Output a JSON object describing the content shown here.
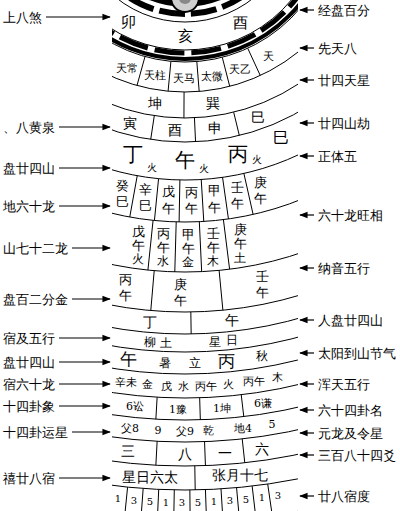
{
  "diagram": {
    "labels": [
      "上八煞",
      "、八黄泉",
      "盘廿四山",
      "地六十龙",
      "山七十二龙",
      "盘百二分金",
      "宿及五行",
      "盘廿四山",
      "宿六十龙",
      "十四卦象",
      "十四卦运星",
      "禧廿八宿",
      "经盘百分",
      "先天八",
      "廿四天星",
      "廿四山劫",
      "正体五",
      "六十龙旺相",
      "纳音五行",
      "人盘廿四山",
      "太阳到山节气",
      "浑天五行",
      "六十四卦名",
      "元龙及令星",
      "三百八十四爻",
      "廿八宿度",
      "卯",
      "亥",
      "酉",
      "天常",
      "天柱",
      "天马",
      "太微",
      "天乙",
      "天",
      "坤",
      "巽",
      "寅",
      "酉",
      "申",
      "巳",
      "丁",
      "火",
      "午",
      "火",
      "丙",
      "火",
      "巳",
      "癸",
      "辛",
      "戊",
      "丙",
      "甲",
      "壬",
      "庚",
      "巳",
      "巳",
      "午",
      "午",
      "午",
      "午",
      "午",
      "戊",
      "丙",
      "甲",
      "壬",
      "庚",
      "午",
      "午",
      "午",
      "午",
      "午",
      "火",
      "水",
      "金",
      "木",
      "土",
      "丙",
      "庚",
      "壬",
      "午",
      "午",
      "午",
      "丁",
      "午",
      "柳",
      "土",
      "星",
      "日",
      "午",
      "暑",
      "立",
      "丙",
      "秋",
      "辛未",
      "金",
      "戊",
      "水",
      "丙午",
      "火",
      "丙午",
      "木",
      "6讼",
      "1豫",
      "1坤",
      "6谦",
      "父8",
      "9",
      "父9",
      "乾",
      "地4",
      "5",
      "三",
      "八",
      "一",
      "六",
      "星日六太",
      "张月十七",
      "1",
      "3",
      "5",
      "1",
      "3",
      "5",
      "1",
      "3",
      "5",
      "1",
      "3"
    ]
  }
}
